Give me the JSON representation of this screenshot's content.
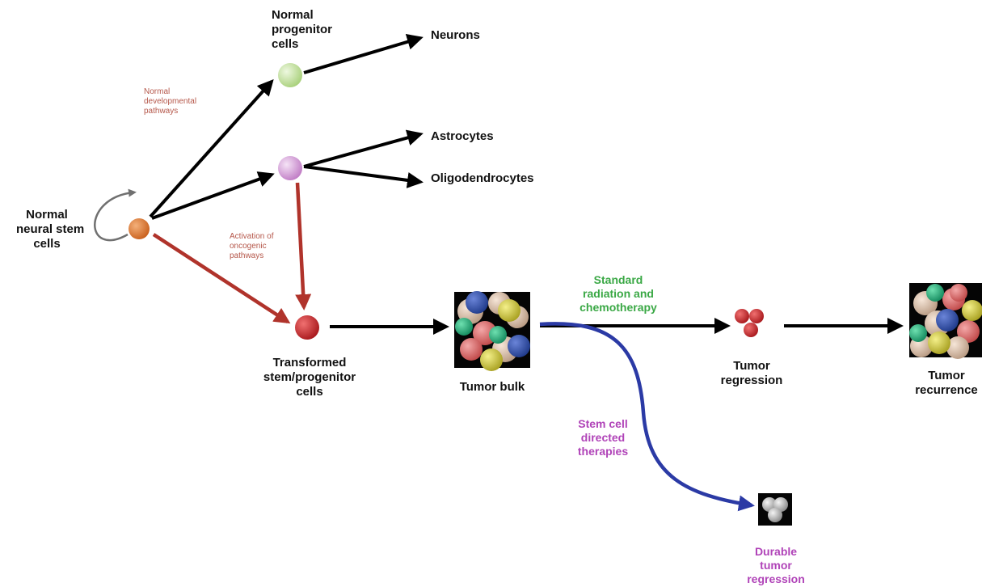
{
  "nodes": {
    "normal_stem": [
      "Normal",
      "neural stem",
      "cells"
    ],
    "normal_progenitor": [
      "Normal",
      "progenitor",
      "cells"
    ],
    "neurons": "Neurons",
    "astrocytes": "Astrocytes",
    "oligodendrocytes": "Oligodendrocytes",
    "transformed": [
      "Transformed",
      "stem/progenitor",
      "cells"
    ],
    "tumor_bulk": "Tumor bulk",
    "tumor_regression": [
      "Tumor",
      "regression"
    ],
    "tumor_recurrence": [
      "Tumor",
      "recurrence"
    ],
    "durable_regression": [
      "Durable",
      "tumor",
      "regression"
    ]
  },
  "annotations": {
    "normal_pathways": [
      "Normal",
      "developmental",
      "pathways"
    ],
    "oncogenic_pathways": [
      "Activation of",
      "oncogenic",
      "pathways"
    ],
    "standard_therapy": [
      "Standard",
      "radiation and",
      "chemotherapy"
    ],
    "stem_therapy": [
      "Stem cell",
      "directed",
      "therapies"
    ]
  },
  "colors": {
    "normal_arrow": "#000000",
    "oncogenic_arrow": "#b0332b",
    "stem_therapy_arrow": "#2b3aa5",
    "standard_therapy_text": "#3aa845",
    "stem_therapy_text": "#b043b8",
    "pathway_text": "#b5574a",
    "stem_cell": "#d9782f",
    "progenitor_green": "#c3e3a0",
    "progenitor_purple": "#d9a6dc",
    "transformed_cell": "#c8282a"
  }
}
